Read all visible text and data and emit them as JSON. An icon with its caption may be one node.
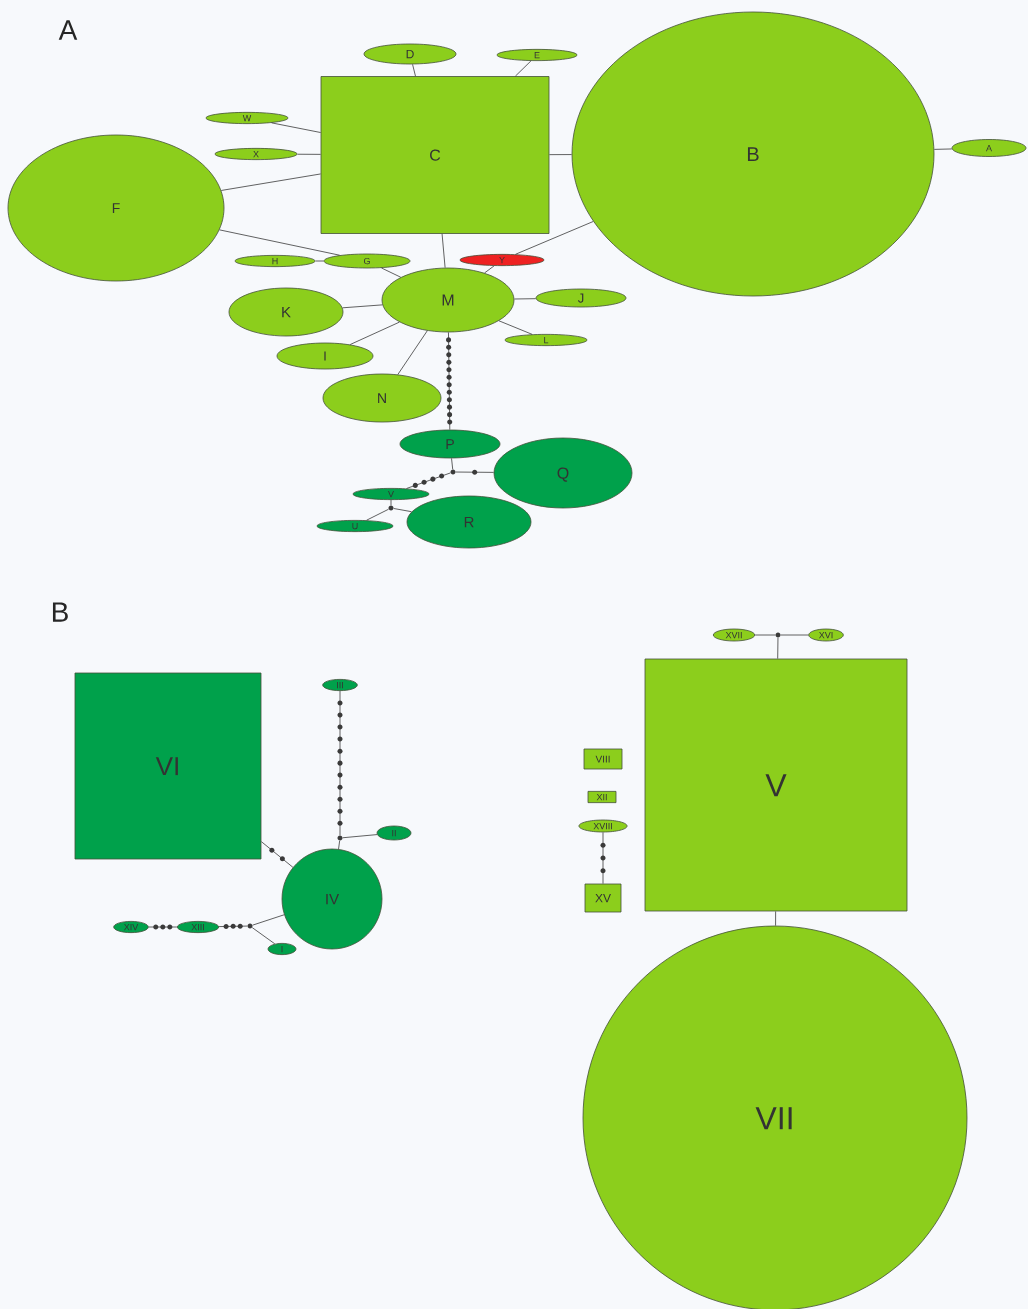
{
  "diagram": {
    "nodes": [
      {
        "text": [
          "D"
        ]
      },
      {
        "text": [
          "E"
        ]
      },
      {
        "text": [
          "W"
        ]
      },
      {
        "text": [
          "X"
        ]
      },
      {
        "text": [
          "C"
        ]
      },
      {
        "text": [
          "B"
        ]
      },
      {
        "text": [
          "A"
        ]
      },
      {
        "text": [
          "F"
        ]
      },
      {
        "text": [
          "H"
        ]
      },
      {
        "text": [
          "G"
        ]
      },
      {
        "text": [
          "Y"
        ]
      },
      {
        "text": [
          "M"
        ]
      },
      {
        "text": [
          "K"
        ]
      },
      {
        "text": [
          "J"
        ]
      },
      {
        "text": [
          "L"
        ]
      },
      {
        "text": [
          "I"
        ]
      },
      {
        "text": [
          "N"
        ]
      },
      {
        "text": [
          "P"
        ]
      },
      {
        "text": [],
        "shape": "circle"
      },
      {
        "text": [
          "Q"
        ]
      },
      {
        "text": [
          "V"
        ]
      },
      {
        "text": [],
        "shape": "circle"
      },
      {
        "text": [
          "R"
        ]
      },
      {
        "text": [
          "U"
        ]
      },
      {
        "text": [
          "VI"
        ]
      },
      {
        "text": [
          "III"
        ]
      },
      {
        "text": [],
        "shape": "circle"
      },
      {
        "text": [
          "II"
        ]
      },
      {
        "text": [
          "IV"
        ]
      },
      {
        "text": [
          "XIV"
        ]
      },
      {
        "text": [
          "XIII"
        ]
      },
      {
        "text": [],
        "shape": "circle"
      },
      {
        "text": [
          "I"
        ]
      },
      {
        "text": [
          "XVII"
        ]
      },
      {
        "text": [],
        "shape": "circle"
      },
      {
        "text": [
          "XVI"
        ]
      },
      {
        "text": [
          "V"
        ]
      },
      {
        "text": [
          "VIII"
        ]
      },
      {
        "text": [
          "XII"
        ]
      },
      {
        "text": [
          "XVIII"
        ]
      },
      {
        "text": [
          "XV"
        ]
      },
      {
        "text": [
          "VII"
        ]
      }
    ],
    "edges": [
      {
        "from": 0,
        "to": 4,
        "arrow": "none"
      },
      {
        "from": 1,
        "to": 4,
        "arrow": "none"
      },
      {
        "from": 2,
        "to": 4,
        "arrow": "none"
      },
      {
        "from": 3,
        "to": 4,
        "arrow": "none"
      },
      {
        "from": 4,
        "to": 5,
        "arrow": "none"
      },
      {
        "from": 5,
        "to": 6,
        "arrow": "none"
      },
      {
        "from": 7,
        "to": 4,
        "arrow": "none"
      },
      {
        "from": 7,
        "to": 9,
        "arrow": "none"
      },
      {
        "from": 8,
        "to": 9,
        "arrow": "none"
      },
      {
        "from": 9,
        "to": 11,
        "arrow": "none"
      },
      {
        "from": 4,
        "to": 11,
        "arrow": "none"
      },
      {
        "from": 10,
        "to": 11,
        "arrow": "none"
      },
      {
        "from": 5,
        "to": 10,
        "arrow": "none"
      },
      {
        "from": 12,
        "to": 11,
        "arrow": "none"
      },
      {
        "from": 13,
        "to": 11,
        "arrow": "none"
      },
      {
        "from": 14,
        "to": 11,
        "arrow": "none"
      },
      {
        "from": 15,
        "to": 11,
        "arrow": "none"
      },
      {
        "from": 16,
        "to": 11,
        "arrow": "none"
      },
      {
        "from": 11,
        "to": 17,
        "arrow": "none"
      },
      {
        "from": 17,
        "to": 18,
        "arrow": "none"
      },
      {
        "from": 18,
        "to": 19,
        "arrow": "none"
      },
      {
        "from": 18,
        "to": 20,
        "arrow": "none"
      },
      {
        "from": 20,
        "to": 21,
        "arrow": "none"
      },
      {
        "from": 21,
        "to": 22,
        "arrow": "none"
      },
      {
        "from": 21,
        "to": 23,
        "arrow": "none"
      },
      {
        "from": 24,
        "to": 28,
        "arrow": "none"
      },
      {
        "from": 25,
        "to": 26,
        "arrow": "none"
      },
      {
        "from": 26,
        "to": 28,
        "arrow": "none"
      },
      {
        "from": 26,
        "to": 27,
        "arrow": "none"
      },
      {
        "from": 29,
        "to": 30,
        "arrow": "none"
      },
      {
        "from": 30,
        "to": 31,
        "arrow": "none"
      },
      {
        "from": 31,
        "to": 28,
        "arrow": "none"
      },
      {
        "from": 31,
        "to": 32,
        "arrow": "none"
      },
      {
        "from": 33,
        "to": 34,
        "arrow": "none"
      },
      {
        "from": 34,
        "to": 35,
        "arrow": "none"
      },
      {
        "from": 34,
        "to": 36,
        "arrow": "none"
      },
      {
        "from": 39,
        "to": 40,
        "arrow": "none"
      },
      {
        "from": 36,
        "to": 41,
        "arrow": "none"
      }
    ],
    "labels": [
      "A",
      "B"
    ]
  }
}
